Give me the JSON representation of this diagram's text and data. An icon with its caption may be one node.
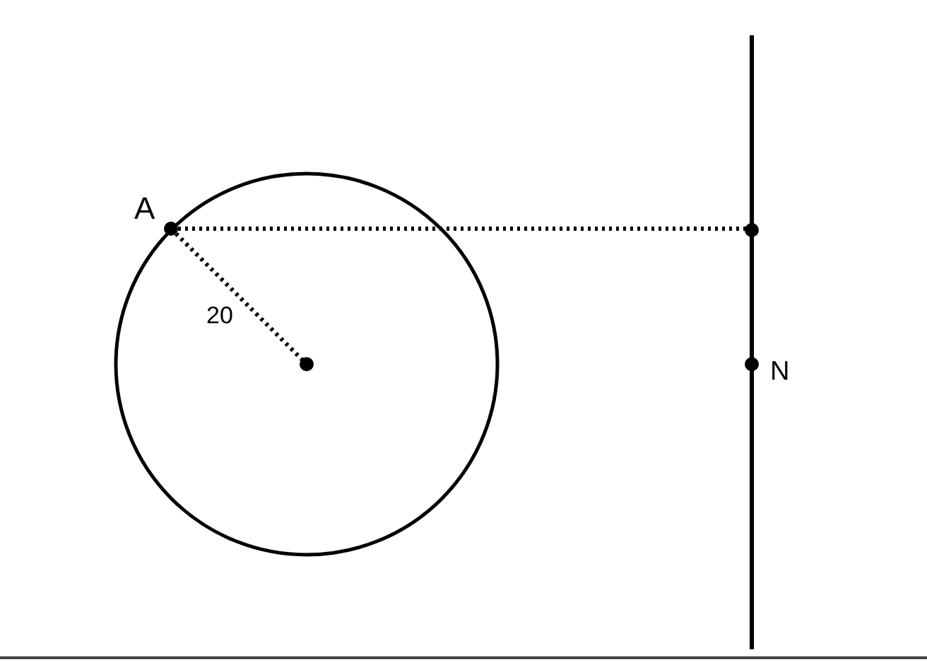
{
  "diagram": {
    "labels": [
      "A",
      "20",
      "N"
    ]
  }
}
